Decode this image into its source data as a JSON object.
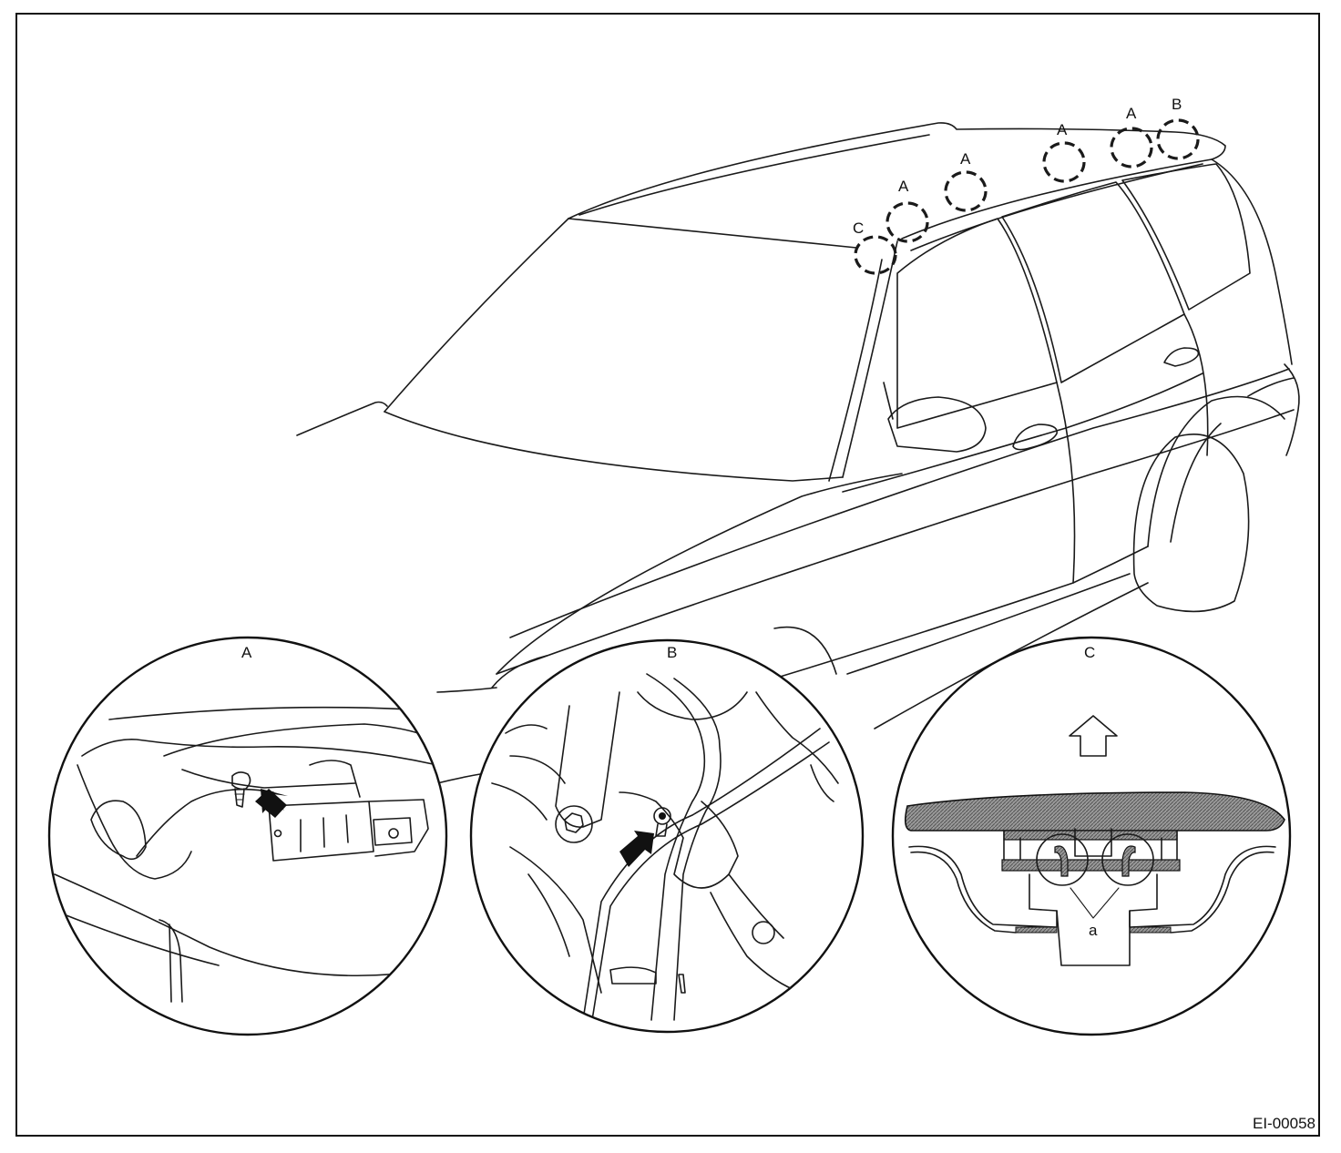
{
  "callouts": {
    "c": "C",
    "a1": "A",
    "a2": "A",
    "a3": "A",
    "a4": "A",
    "b": "B"
  },
  "details": {
    "a": {
      "title": "A"
    },
    "b": {
      "title": "B"
    },
    "c": {
      "title": "C",
      "part_label": "a"
    }
  },
  "figure_code": "EI-00058",
  "colors": {
    "line": "#1a1a1a",
    "hatch": "#777777"
  }
}
